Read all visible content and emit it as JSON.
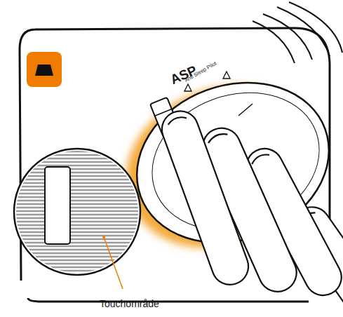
{
  "diagram": {
    "labels": [
      "ASP",
      "Anti Sleep Pilot",
      "Touchområde"
    ]
  }
}
